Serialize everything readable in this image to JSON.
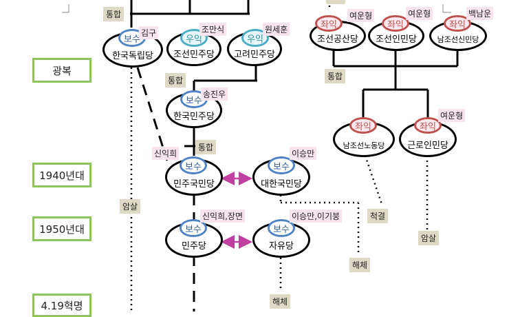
{
  "eras": {
    "liberation": "광복",
    "y1940s": "1940년대",
    "y1950s": "1950년대",
    "april19": "4.19혁명"
  },
  "events": {
    "merge_top": "통합",
    "merge_mid": "통합",
    "merge_left": "통합",
    "merge_low": "통합",
    "assassination_left": "암살",
    "assassination_right": "암살",
    "purge": "척결",
    "dissolution_1": "해체",
    "dissolution_2": "해체"
  },
  "parties": {
    "korea_independence": {
      "name": "한국독립당",
      "tag": "보수",
      "leader": "김구"
    },
    "joseon_democratic": {
      "name": "조선민주당",
      "tag": "우익",
      "leader": "조만식"
    },
    "goryeo_democratic": {
      "name": "고려민주당",
      "tag": "우익",
      "leader": "원세훈"
    },
    "korea_democratic": {
      "name": "한국민주당",
      "tag": "보수",
      "leader": "송진우"
    },
    "democratic_national": {
      "name": "민주국민당",
      "tag": "보수",
      "leader": "신익희"
    },
    "korea_national": {
      "name": "대한국민당",
      "tag": "보수",
      "leader": "이승만"
    },
    "democratic": {
      "name": "민주당",
      "tag": "보수",
      "leader": "신익희,장면"
    },
    "liberal": {
      "name": "자유당",
      "tag": "보수",
      "leader": "이승만,이기붕"
    },
    "joseon_communist": {
      "name": "조선공산당",
      "tag": "좌익",
      "leader": "여운형"
    },
    "joseon_people": {
      "name": "조선인민당",
      "tag": "좌익",
      "leader": "여운형"
    },
    "south_new_people": {
      "name": "남조선신민당",
      "tag": "좌익",
      "leader": "백남운"
    },
    "south_labor": {
      "name": "남조선노동당",
      "tag": "좌익",
      "leader": ""
    },
    "working_people": {
      "name": "근로인민당",
      "tag": "좌익",
      "leader": "여운형"
    }
  }
}
